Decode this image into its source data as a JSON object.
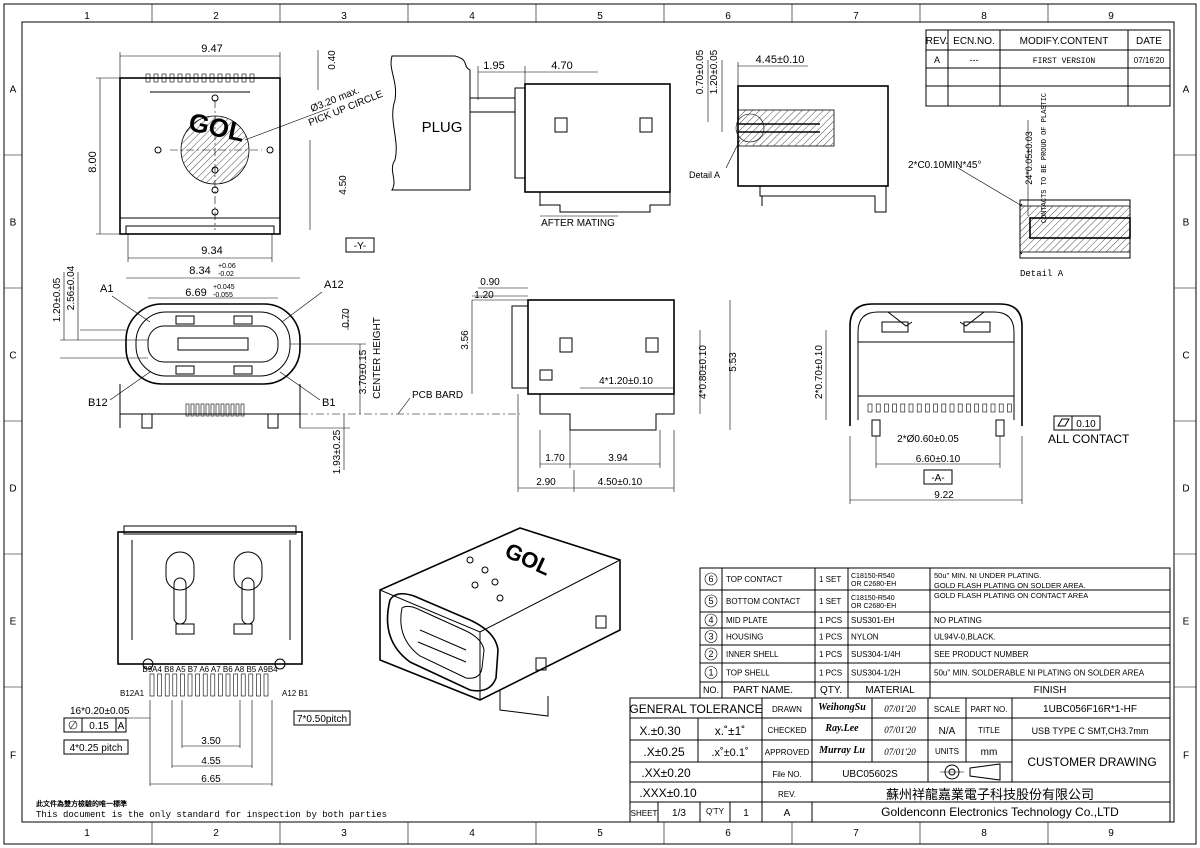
{
  "grid": {
    "cols": [
      "1",
      "2",
      "3",
      "4",
      "5",
      "6",
      "7",
      "8",
      "9"
    ],
    "rows": [
      "A",
      "B",
      "C",
      "D",
      "E",
      "F"
    ]
  },
  "revision": {
    "headers": [
      "REV.",
      "ECN.NO.",
      "MODIFY.CONTENT",
      "DATE"
    ],
    "row": {
      "rev": "A",
      "ecn": "---",
      "content": "FIRST VERSION",
      "date": "07/16'20"
    }
  },
  "views": {
    "top": {
      "width_top": "9.47",
      "width_bottom": "9.34",
      "height": "8.00",
      "right_top": "0.40",
      "pickup": "Ø3.20 max.",
      "pickup_label": "PICK UP CIRCLE",
      "mid": "4.50",
      "datum": "-Y-",
      "logo": "GOL"
    },
    "mating": {
      "plug": "PLUG",
      "d1": "1.95",
      "d2": "4.70",
      "label": "AFTER MATING"
    },
    "side": {
      "d1": "4.45±0.10",
      "d2": "0.70±0.05",
      "d3": "1.20±0.05",
      "detail": "Detail A"
    },
    "detail_a": {
      "chamfer": "2*C0.10MIN*45°",
      "thk": "24*0.05±0.03",
      "note": "CONTACTS TO BE PROUD OF PLASTIC",
      "label": "Detail A"
    },
    "front": {
      "w1": "8.34",
      "w1_tol_up": "+0.06",
      "w1_tol_dn": "-0.02",
      "w2": "6.69",
      "w2_tol_up": "+0.045",
      "w2_tol_dn": "-0.055",
      "a1": "A1",
      "a12": "A12",
      "b12": "B12",
      "b1": "B1",
      "h1": "1.20±0.05",
      "h2": "2.56±0.04",
      "r1": "0.70",
      "center": "3.70±0.15",
      "center_label": "CENTER HEIGHT",
      "pcb": "PCB BARD",
      "below": "1.93±0.25"
    },
    "profile": {
      "d1": "0.90",
      "d2": "1.20",
      "h": "3.56",
      "pitch": "4*1.20±0.10",
      "h2": "4*0.80±0.10",
      "h3": "5.53",
      "b1": "1.70",
      "b2": "3.94",
      "b3": "2.90",
      "b4": "4.50±0.10"
    },
    "end": {
      "h": "2*0.70±0.10",
      "holes": "2*Ø0.60±0.05",
      "w1": "6.60±0.10",
      "datum": "-A-",
      "w2": "9.22",
      "flat": "0.10",
      "flat_label": "ALL CONTACT"
    },
    "footprint": {
      "pins_top": "B9A4 B8 A5 B7 A6 A7 B6 A8 B5 A9B4",
      "left": "B12A1",
      "right": "A12 B1",
      "d1": "16*0.20±0.05",
      "tol": "0.15",
      "tol_datum": "A",
      "pitch": "4*0.25 pitch",
      "pitch2": "7*0.50pitch",
      "w1": "3.50",
      "w2": "4.55",
      "w3": "6.65"
    }
  },
  "bom": [
    {
      "no": "6",
      "part": "TOP CONTACT",
      "qty": "1 SET",
      "mat1": "C18150-R540",
      "mat2": "OR C2680-EH",
      "fin1": "50u'' MIN. NI UNDER PLATING.",
      "fin2": "GOLD FLASH PLATING ON SOLDER AREA.",
      "fin3": "GOLD FLASH PLATING ON CONTACT AREA"
    },
    {
      "no": "5",
      "part": "BOTTOM CONTACT",
      "qty": "1 SET",
      "mat1": "C18150-R540",
      "mat2": "OR C2680-EH",
      "fin1": "",
      "fin2": "",
      "fin3": ""
    },
    {
      "no": "4",
      "part": "MID PLATE",
      "qty": "1 PCS",
      "mat1": "SUS301-EH",
      "mat2": "",
      "fin1": "NO PLATING",
      "fin2": "",
      "fin3": ""
    },
    {
      "no": "3",
      "part": "HOUSING",
      "qty": "1 PCS",
      "mat1": "NYLON",
      "mat2": "",
      "fin1": "UL94V-0,BLACK.",
      "fin2": "",
      "fin3": ""
    },
    {
      "no": "2",
      "part": "INNER SHELL",
      "qty": "1 PCS",
      "mat1": "SUS304-1/4H",
      "mat2": "",
      "fin1": "SEE PRODUCT NUMBER",
      "fin2": "",
      "fin3": ""
    },
    {
      "no": "1",
      "part": "TOP SHELL",
      "qty": "1 PCS",
      "mat1": "SUS304-1/2H",
      "mat2": "",
      "fin1": "50u'' MIN. SOLDERABLE NI PLATING ON SOLDER AREA",
      "fin2": "",
      "fin3": ""
    }
  ],
  "bom_header": {
    "no": "NO.",
    "part": "PART NAME.",
    "qty": "QTY.",
    "mat": "MATERIAL",
    "fin": "FINISH"
  },
  "title_block": {
    "gen_tol": "GENERAL TOLERANCE",
    "x": "X.±0.30",
    "xa": "x.˚±1˚",
    "x1": ".X±0.25",
    "x1a": ".x˚±0.1˚",
    "x2": ".XX±0.20",
    "x3": ".XXX±0.10",
    "drawn": "DRAWN",
    "drawn_by": "WeihongSu",
    "drawn_date": "07/01'20",
    "checked": "CHECKED",
    "checked_by": "Ray.Lee",
    "checked_date": "07/01'20",
    "approved": "APPROVED",
    "approved_by": "Murray Lu",
    "approved_date": "07/01'20",
    "scale": "SCALE",
    "scale_val": "N/A",
    "units": "UNITS",
    "units_val": "mm",
    "part_no": "PART NO.",
    "part_val": "1UBC056F16R*1-HF",
    "title": "TITLE",
    "title_val": "USB TYPE C SMT,CH3.7mm",
    "file": "File NO.",
    "file_val": "UBC05602S",
    "rev": "REV.",
    "rev_val": "A",
    "customer": "CUSTOMER DRAWING",
    "company_cn": "蘇州祥龍嘉業電子科技股份有限公司",
    "company_en": "Goldenconn Electronics Technology Co.,LTD",
    "sheet": "SHEET",
    "sheet_val": "1/3",
    "qty": "Q'TY",
    "qty_val": "1",
    "rev2_val": "A"
  },
  "footer": {
    "cn": "此文件為雙方檢驗的唯一標準",
    "en": "This document is the only standard for inspection by both parties"
  }
}
